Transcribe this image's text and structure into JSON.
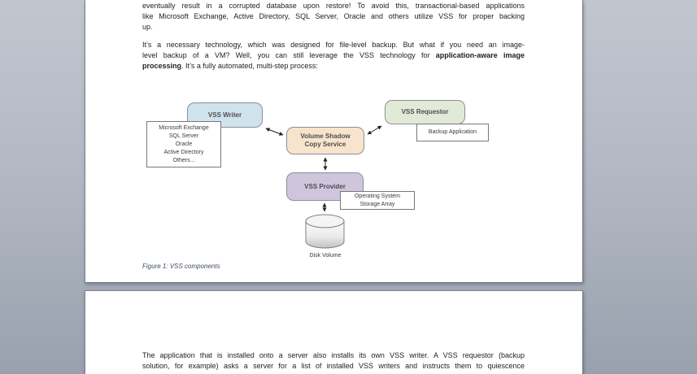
{
  "background": {
    "top_color": "#c1c6cf",
    "bottom_color": "#99a1ae",
    "page_color": "#ffffff"
  },
  "document": {
    "page1": {
      "paragraph1": {
        "line1": "eventually result in a corrupted database upon restore! To avoid this, transactional-based applications",
        "line2": "like Microsoft Exchange, Active Directory, SQL Server, Oracle and others utilize VSS for proper backing",
        "line3": "up."
      },
      "paragraph2": {
        "line1": "It’s a necessary technology, which was designed for file-level backup. But what if you need an image-",
        "line2_pre": "level backup of a VM? Well, you can still leverage the VSS technology for ",
        "line2_bold": "application-aware image",
        "line3_bold": "processing",
        "line3_post": ". It’s a fully automated, multi-step process:"
      },
      "caption": "Figure 1: VSS components"
    },
    "page2": {
      "paragraph1": {
        "line1": "The application that is installed onto a server also installs its own VSS writer. A VSS requestor (backup",
        "line2": "solution, for example) asks a server for a list of installed VSS writers and instructs them to quiescence"
      }
    }
  },
  "diagram": {
    "vss_writer": {
      "label": "VSS Writer",
      "color": "#cfe3ed"
    },
    "writers_list": {
      "lines": [
        "Microsoft Exchange",
        "SQL Server",
        "Oracle",
        "Active Directory",
        "Others..."
      ]
    },
    "volume_shadow_copy_service": {
      "label_line1": "Volume Shadow",
      "label_line2": "Copy Service",
      "color": "#f8e4cd"
    },
    "vss_requestor": {
      "label": "VSS Requestor",
      "color": "#e1ead6"
    },
    "backup_application": {
      "label": "Backup Application"
    },
    "vss_provider": {
      "label": "VSS Provider",
      "color": "#cfc5dd"
    },
    "os_storage": {
      "label_line1": "Operating System",
      "label_line2": "Storage Array"
    },
    "disk_volume": {
      "label": "Disk Volume"
    }
  }
}
